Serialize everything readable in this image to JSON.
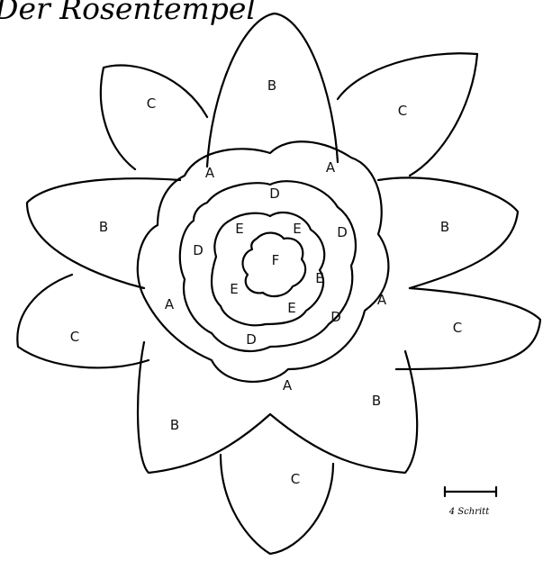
{
  "title": "Der Rosentempel",
  "scale_label": "4 Schritt",
  "labels": {
    "outer_top": "B",
    "outer_top_left": "C",
    "outer_top_right": "C",
    "outer_left": "B",
    "outer_right": "B",
    "outer_bottom_left_c": "C",
    "outer_bottom_right_c": "C",
    "outer_bottom_left_b": "B",
    "outer_bottom_right_b": "B",
    "outer_bottom": "C",
    "ring_a_1": "A",
    "ring_a_2": "A",
    "ring_a_3": "A",
    "ring_a_4": "A",
    "ring_a_5": "A",
    "ring_d_1": "D",
    "ring_d_2": "D",
    "ring_d_3": "D",
    "ring_d_4": "D",
    "ring_d_5": "D",
    "ring_e_1": "E",
    "ring_e_2": "E",
    "ring_e_3": "E",
    "ring_e_4": "E",
    "ring_e_5": "E",
    "center": "F"
  },
  "colors": {
    "ink": "#000000",
    "paper": "#ffffff"
  }
}
